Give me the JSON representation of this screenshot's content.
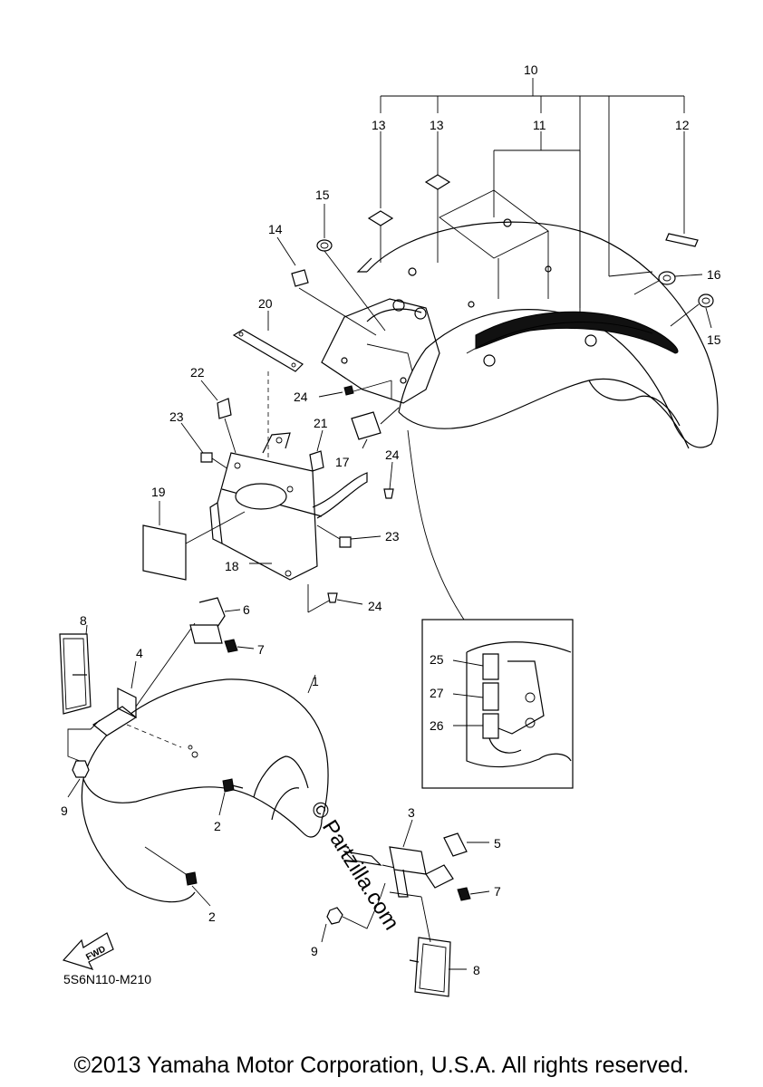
{
  "diagram": {
    "callouts": {
      "c1": "1",
      "c2a": "2",
      "c2b": "2",
      "c3": "3",
      "c4": "4",
      "c5": "5",
      "c6": "6",
      "c7a": "7",
      "c7b": "7",
      "c8a": "8",
      "c8b": "8",
      "c9a": "9",
      "c9b": "9",
      "c10": "10",
      "c11": "11",
      "c12": "12",
      "c13a": "13",
      "c13b": "13",
      "c14": "14",
      "c15a": "15",
      "c15b": "15",
      "c16": "16",
      "c17": "17",
      "c18": "18",
      "c19": "19",
      "c20": "20",
      "c21": "21",
      "c22": "22",
      "c23a": "23",
      "c23b": "23",
      "c24a": "24",
      "c24b": "24",
      "c24c": "24",
      "c25": "25",
      "c26": "26",
      "c27": "27"
    },
    "fwd_label": "FWD",
    "watermark": "© Partzilla.com",
    "diagram_code": "5S6N110-M210",
    "copyright": "©2013 Yamaha Motor Corporation, U.S.A. All rights reserved."
  }
}
